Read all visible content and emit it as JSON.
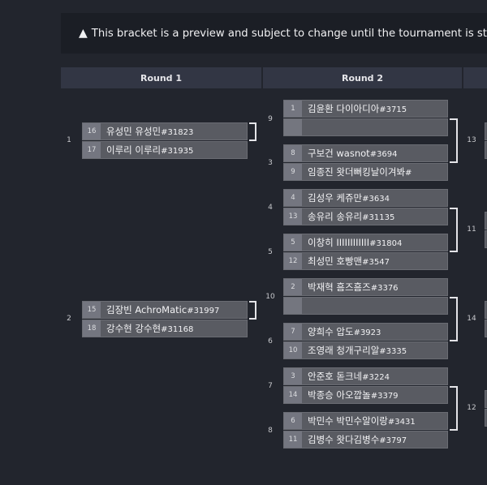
{
  "notice": {
    "icon": "warning-icon",
    "text": "This bracket is a preview and subject to change until the tournament is started."
  },
  "rounds": [
    {
      "label": "Round 1"
    },
    {
      "label": "Round 2"
    },
    {
      "label": ""
    }
  ],
  "round1": {
    "matches": [
      {
        "number": "1",
        "next": "9",
        "slots": [
          {
            "seed": "16",
            "name": "유성민 유성민",
            "tag": "#31823"
          },
          {
            "seed": "17",
            "name": "이루리 이루리",
            "tag": "#31935"
          }
        ]
      },
      {
        "number": "2",
        "next": "10",
        "slots": [
          {
            "seed": "15",
            "name": "김장빈 AchroMatic",
            "tag": "#31997"
          },
          {
            "seed": "18",
            "name": "강수현 강수현",
            "tag": "#31168"
          }
        ]
      }
    ]
  },
  "round2": {
    "matches": [
      {
        "number": "9",
        "slots": [
          {
            "seed": "1",
            "name": "김윤환 다이아디아",
            "tag": "#3715"
          },
          {
            "seed": "",
            "name": "",
            "tag": ""
          }
        ]
      },
      {
        "number": "3",
        "slots": [
          {
            "seed": "8",
            "name": "구보건 wasnot",
            "tag": "#3694"
          },
          {
            "seed": "9",
            "name": "임종진 왓더뻐킹날이겨봐",
            "tag": "#"
          }
        ]
      },
      {
        "number": "4",
        "slots": [
          {
            "seed": "4",
            "name": "김성우 케쥬만",
            "tag": "#3634"
          },
          {
            "seed": "13",
            "name": "송유리 송유리",
            "tag": "#31135"
          }
        ]
      },
      {
        "number": "5",
        "slots": [
          {
            "seed": "5",
            "name": "이창히 IIIIIIIIIIII",
            "tag": "#31804"
          },
          {
            "seed": "12",
            "name": "최성민 호빵맨",
            "tag": "#3547"
          }
        ]
      },
      {
        "number": "10",
        "slots": [
          {
            "seed": "2",
            "name": "박재혁 흠즈흠즈",
            "tag": "#3376"
          },
          {
            "seed": "",
            "name": "",
            "tag": ""
          }
        ]
      },
      {
        "number": "6",
        "slots": [
          {
            "seed": "7",
            "name": "양희수 압도",
            "tag": "#3923"
          },
          {
            "seed": "10",
            "name": "조영래 청개구리알",
            "tag": "#3335"
          }
        ]
      },
      {
        "number": "7",
        "slots": [
          {
            "seed": "3",
            "name": "안준호 돋크네",
            "tag": "#3224"
          },
          {
            "seed": "14",
            "name": "박종승 아오깝놀",
            "tag": "#3379"
          }
        ]
      },
      {
        "number": "8",
        "slots": [
          {
            "seed": "6",
            "name": "박민수 박민수알이랑",
            "tag": "#3431"
          },
          {
            "seed": "11",
            "name": "김병수 왓다김병수",
            "tag": "#3797"
          }
        ]
      }
    ],
    "next_matches": [
      "13",
      "11",
      "14",
      "12"
    ]
  }
}
